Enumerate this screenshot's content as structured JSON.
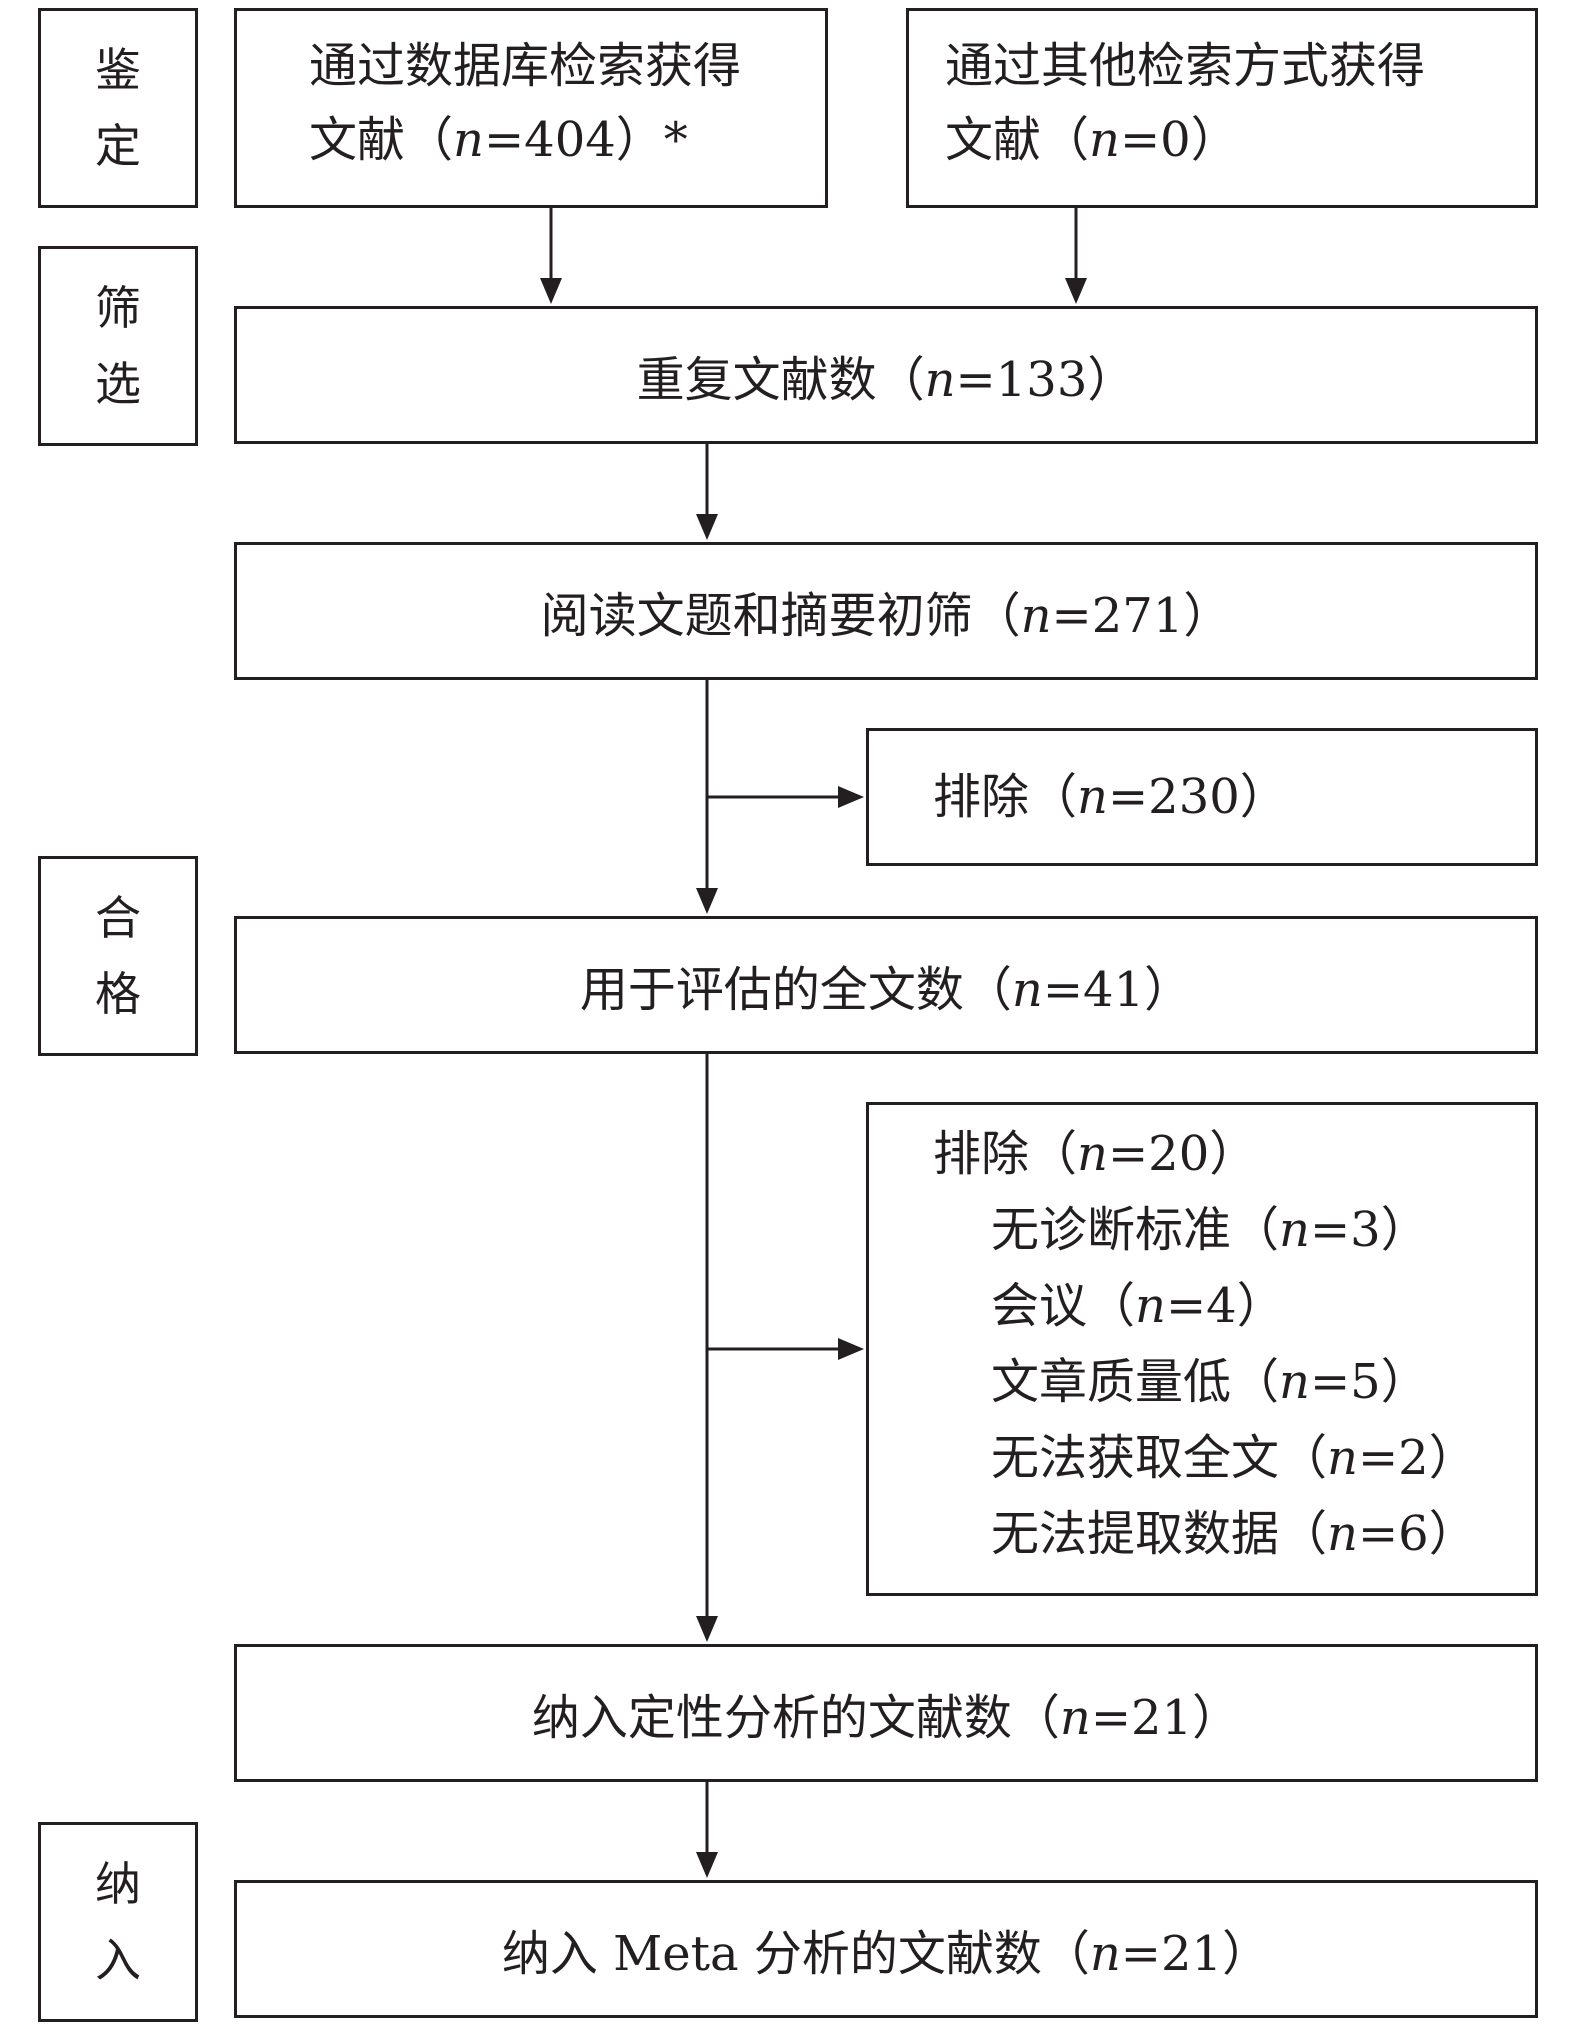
{
  "stages": {
    "identification": [
      "鉴",
      "定"
    ],
    "screening": [
      "筛",
      "选"
    ],
    "eligibility": [
      "合",
      "格"
    ],
    "included": [
      "纳",
      "入"
    ]
  },
  "boxes": {
    "database": {
      "line1": "通过数据库检索获得",
      "line2_prefix": "文献（",
      "n": "n",
      "line2_suffix": "=404）*"
    },
    "other": {
      "line1": "通过其他检索方式获得",
      "line2_prefix": "文献（",
      "n": "n",
      "line2_suffix": "=0）"
    },
    "duplicates": {
      "prefix": "重复文献数（",
      "n": "n",
      "suffix": "=133）"
    },
    "title_abstract": {
      "prefix": "阅读文题和摘要初筛（",
      "n": "n",
      "suffix": "=271）"
    },
    "excluded_1": {
      "prefix": "排除（",
      "n": "n",
      "suffix": "=230）"
    },
    "fulltext": {
      "prefix": "用于评估的全文数（",
      "n": "n",
      "suffix": "=41）"
    },
    "excluded_2": {
      "header": {
        "prefix": "排除（",
        "n": "n",
        "suffix": "=20）"
      },
      "reasons": [
        {
          "prefix": "无诊断标准（",
          "n": "n",
          "suffix": "=3）"
        },
        {
          "prefix": "会议（",
          "n": "n",
          "suffix": "=4）"
        },
        {
          "prefix": "文章质量低（",
          "n": "n",
          "suffix": "=5）"
        },
        {
          "prefix": "无法获取全文（",
          "n": "n",
          "suffix": "=2）"
        },
        {
          "prefix": "无法提取数据（",
          "n": "n",
          "suffix": "=6）"
        }
      ]
    },
    "qualitative": {
      "prefix": "纳入定性分析的文献数（",
      "n": "n",
      "suffix": "=21）"
    },
    "meta": {
      "prefix": "纳入 Meta 分析的文献数（",
      "n": "n",
      "suffix": "=21）"
    }
  },
  "colors": {
    "line": "#231f20"
  }
}
